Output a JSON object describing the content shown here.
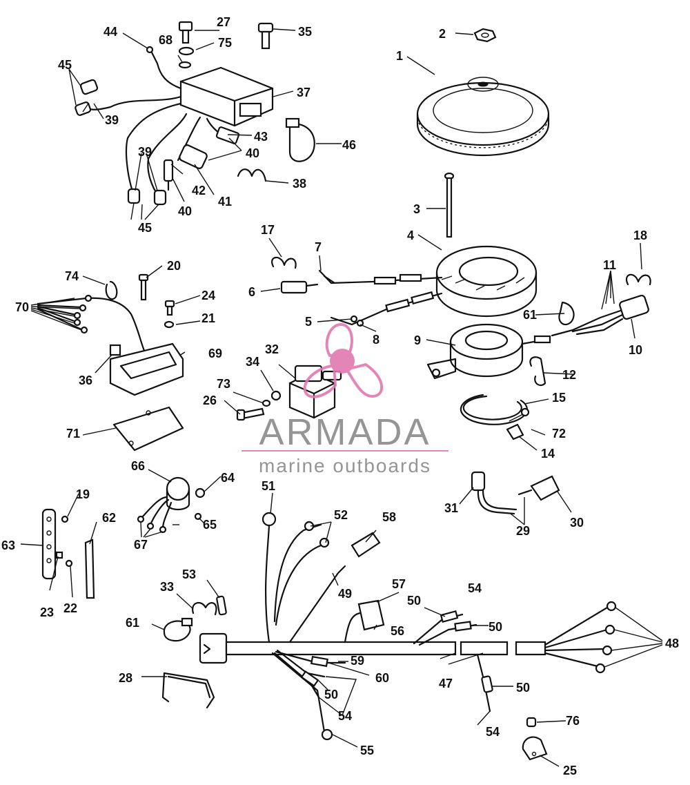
{
  "watermark": {
    "brand": "ARMADA",
    "tagline": "marine outboards",
    "brand_color": "#8a8a8a",
    "logo_color": "#e07ab0"
  },
  "callouts": [
    "1",
    "2",
    "3",
    "4",
    "5",
    "6",
    "7",
    "8",
    "9",
    "10",
    "11",
    "12",
    "14",
    "15",
    "17",
    "18",
    "19",
    "20",
    "21",
    "22",
    "23",
    "24",
    "25",
    "26",
    "27",
    "28",
    "29",
    "30",
    "31",
    "32",
    "33",
    "34",
    "35",
    "36",
    "37",
    "38",
    "39",
    "40",
    "41",
    "42",
    "43",
    "44",
    "45",
    "46",
    "47",
    "48",
    "49",
    "50",
    "51",
    "52",
    "53",
    "54",
    "55",
    "56",
    "57",
    "58",
    "59",
    "60",
    "61",
    "62",
    "63",
    "64",
    "65",
    "66",
    "67",
    "68",
    "69",
    "70",
    "71",
    "72",
    "73",
    "74",
    "75",
    "76"
  ]
}
